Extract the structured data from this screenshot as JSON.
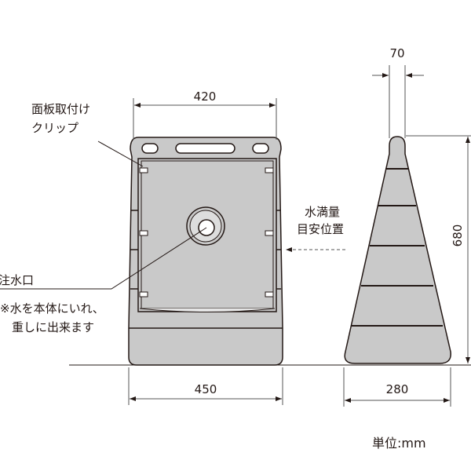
{
  "dimensions": {
    "front_top_width": "420",
    "front_bottom_width": "450",
    "side_top_width": "70",
    "side_bottom_width": "280",
    "height": "680"
  },
  "labels": {
    "clip_line1": "面板取付け",
    "clip_line2": "クリップ",
    "water_level_line1": "水満量",
    "water_level_line2": "目安位置",
    "inlet": "注水口",
    "inlet_note_line1": "※水を本体にいれ、",
    "inlet_note_line2": "重しに出来ます",
    "unit": "単位:mm"
  },
  "colors": {
    "body_fill": "#c9c9c9",
    "outline": "#231815"
  }
}
